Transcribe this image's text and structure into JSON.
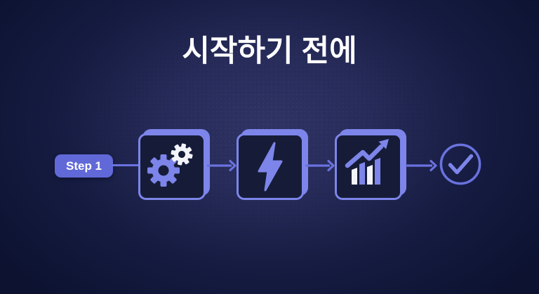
{
  "title": "시작하기 전에",
  "flow": {
    "step_badge": {
      "label": "Step 1"
    },
    "nodes": [
      {
        "id": "settings",
        "icon": "gears-icon"
      },
      {
        "id": "energy",
        "icon": "lightning-bolt-icon"
      },
      {
        "id": "growth",
        "icon": "bar-chart-rising-icon"
      }
    ],
    "end": {
      "icon": "check-circle-icon"
    }
  },
  "colors": {
    "background_center": "#2f3363",
    "background_edge": "#0c1230",
    "accent": "#6a72df",
    "accent_light": "#7d85ea",
    "node_fill": "#161c38",
    "badge_fill": "#6169d8",
    "title_color": "#ffffff",
    "icon_white": "#f2f4fa"
  }
}
